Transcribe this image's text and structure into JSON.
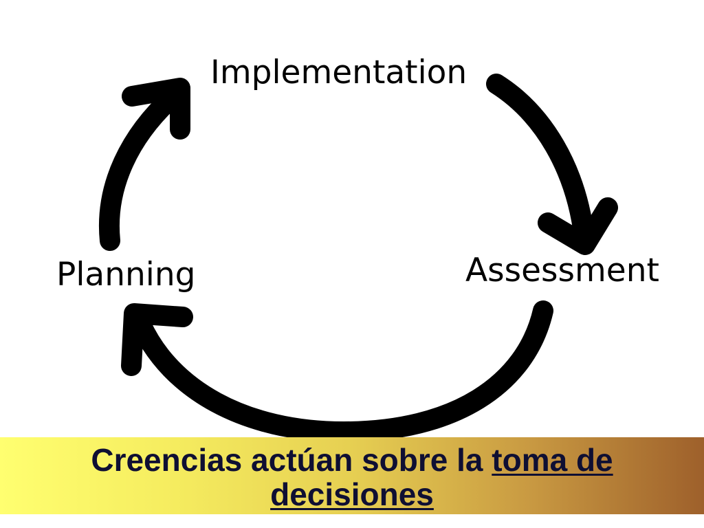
{
  "diagram": {
    "labels": {
      "top": "Implementation",
      "right": "Assessment",
      "left": "Planning"
    }
  },
  "caption": {
    "plain": "Creencias actúan sobre la",
    "underlined": "toma de decisiones"
  },
  "colors": {
    "arrow": "#000000",
    "label": "#000000",
    "caption_text": "#0f0f33",
    "banner_gradient": [
      "#ffff70",
      "#f5ec5f",
      "#e6cf52",
      "#c99a42",
      "#9e602b"
    ]
  }
}
